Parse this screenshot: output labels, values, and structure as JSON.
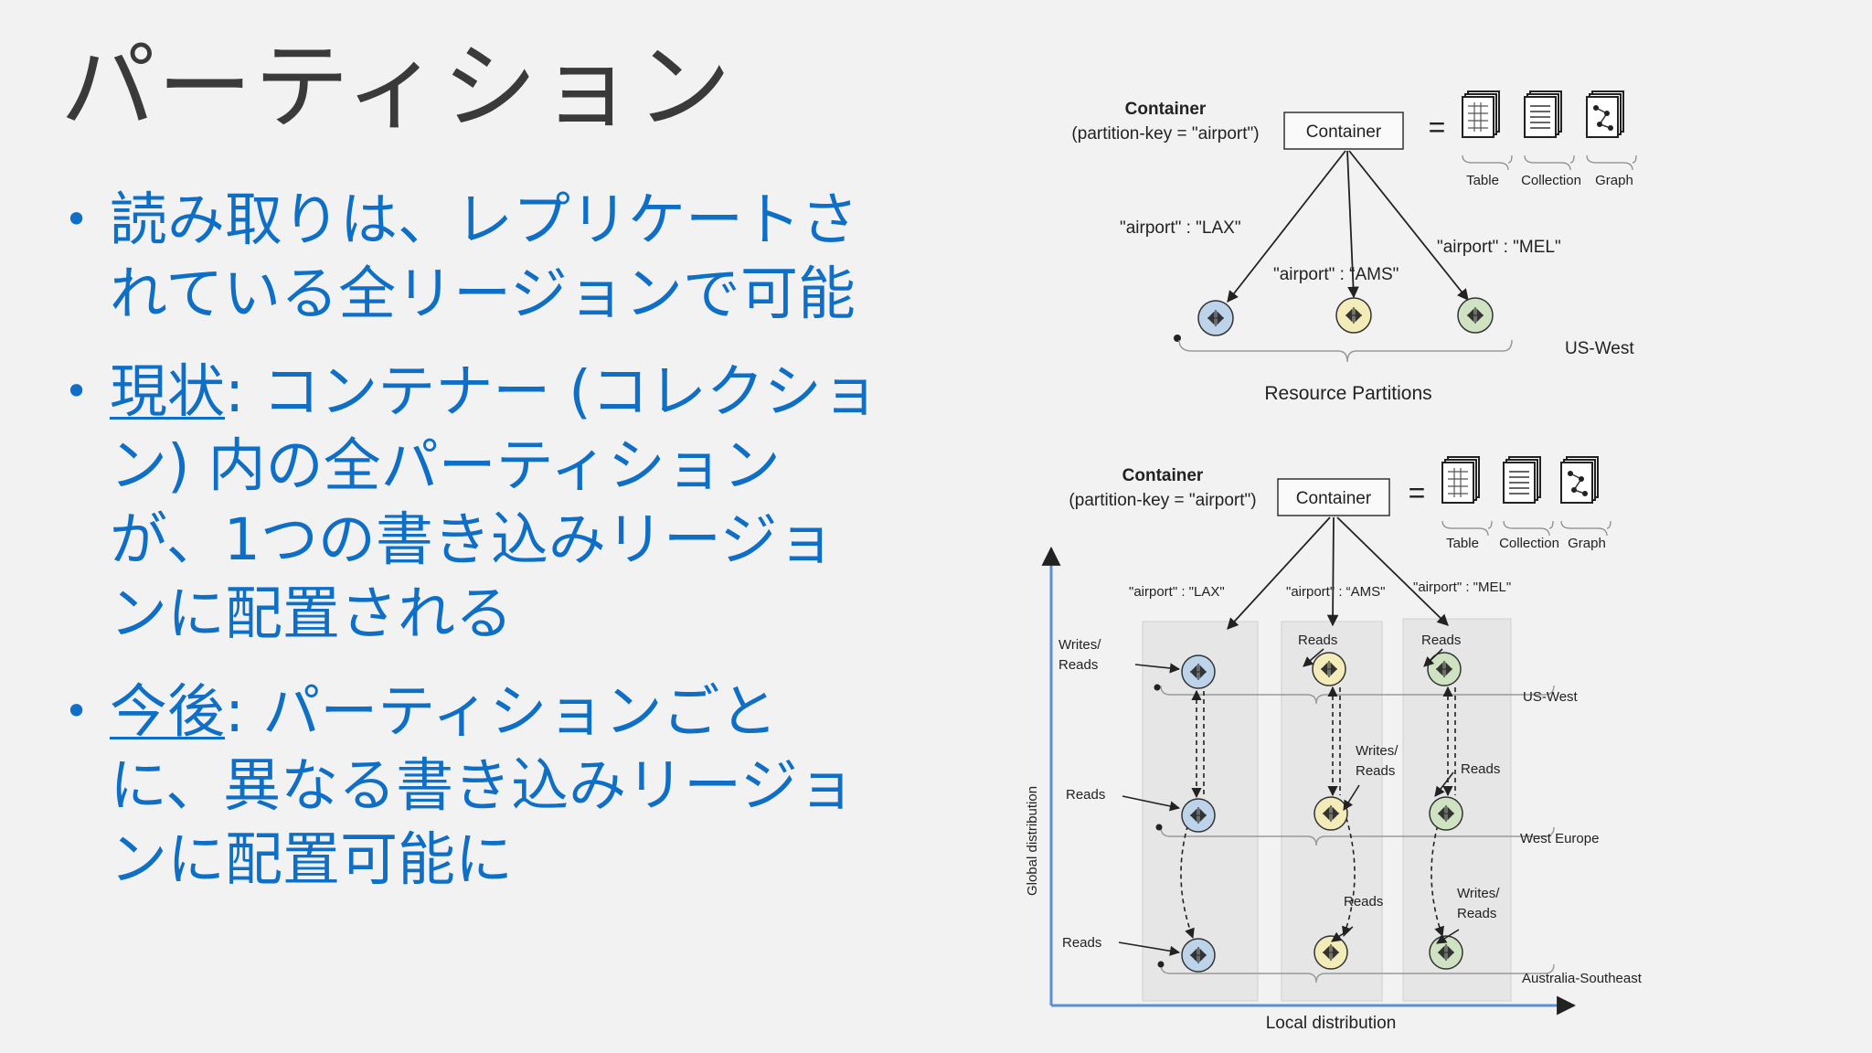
{
  "title": "パーティション",
  "bullets": [
    {
      "text": "読み取りは、レプリケートされている全リージョンで可能"
    },
    {
      "prefix": "現状",
      "text": ": コンテナー (コレクション) 内の全パーティションが、1つの書き込みリージョンに配置される"
    },
    {
      "prefix": "今後",
      "text": ": パーティションごとに、異なる書き込みリージョンに配置可能に"
    }
  ],
  "top_diagram": {
    "container_title": "Container",
    "partition_key": "(partition-key = \"airport\")",
    "container_box": "Container",
    "equals": "=",
    "types": [
      "Table",
      "Collection",
      "Graph"
    ],
    "keys": [
      "\"airport\" : \"LAX\"",
      "\"airport\" : “AMS\"",
      "\"airport\" : \"MEL\""
    ],
    "region": "US-West",
    "partitions_label": "Resource Partitions"
  },
  "bottom_diagram": {
    "container_title": "Container",
    "partition_key": "(partition-key = \"airport\")",
    "container_box": "Container",
    "equals": "=",
    "types": [
      "Table",
      "Collection",
      "Graph"
    ],
    "keys": [
      "\"airport\" : \"LAX\"",
      "\"airport\" : “AMS\"",
      "\"airport\" : \"MEL\""
    ],
    "y_axis": "Global distribution",
    "x_axis": "Local distribution",
    "regions": [
      "US-West",
      "West Europe",
      "Australia-Southeast"
    ],
    "role_labels": [
      [
        "Writes/\nReads",
        "Reads",
        "Reads"
      ],
      [
        "Reads",
        "Writes/\nReads",
        "Reads"
      ],
      [
        "Reads",
        "Reads",
        "Writes/\nReads"
      ]
    ]
  },
  "colors": {
    "title": "#3a3a3a",
    "bullet_text": "#0f6fc6",
    "node_lax": "#bcd3ea",
    "node_ams": "#f4ecb8",
    "node_mel": "#cfe3c2"
  }
}
